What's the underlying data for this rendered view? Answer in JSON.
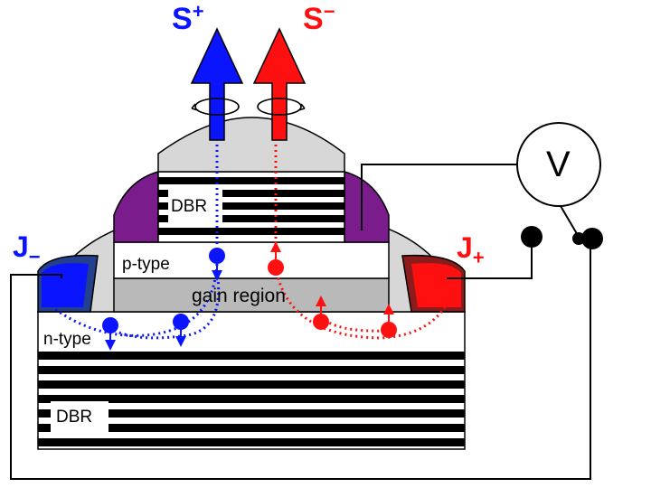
{
  "labels": {
    "spin_up": "S",
    "spin_up_sup": "+",
    "spin_down": "S",
    "spin_down_sup": "−",
    "contact_left": "J",
    "contact_left_sub": "−",
    "contact_right": "J",
    "contact_right_sub": "+",
    "dbr_top": "DBR",
    "dbr_bottom": "DBR",
    "p_type": "p-type",
    "n_type": "n-type",
    "gain_region": "gain region",
    "voltmeter": "V"
  },
  "colors": {
    "spin_up": "#0a14ff",
    "spin_down": "#ff1010",
    "contact_cap": "#7a1c8c",
    "gain": "#b9b9b9",
    "mesa": "#d7d7d7",
    "dbr_stripe": "#000000"
  },
  "icons": [
    "spin-up-arrow-icon",
    "spin-down-arrow-icon",
    "rotation-icon",
    "voltmeter-icon",
    "terminal-icon",
    "electron-spin-icon"
  ]
}
